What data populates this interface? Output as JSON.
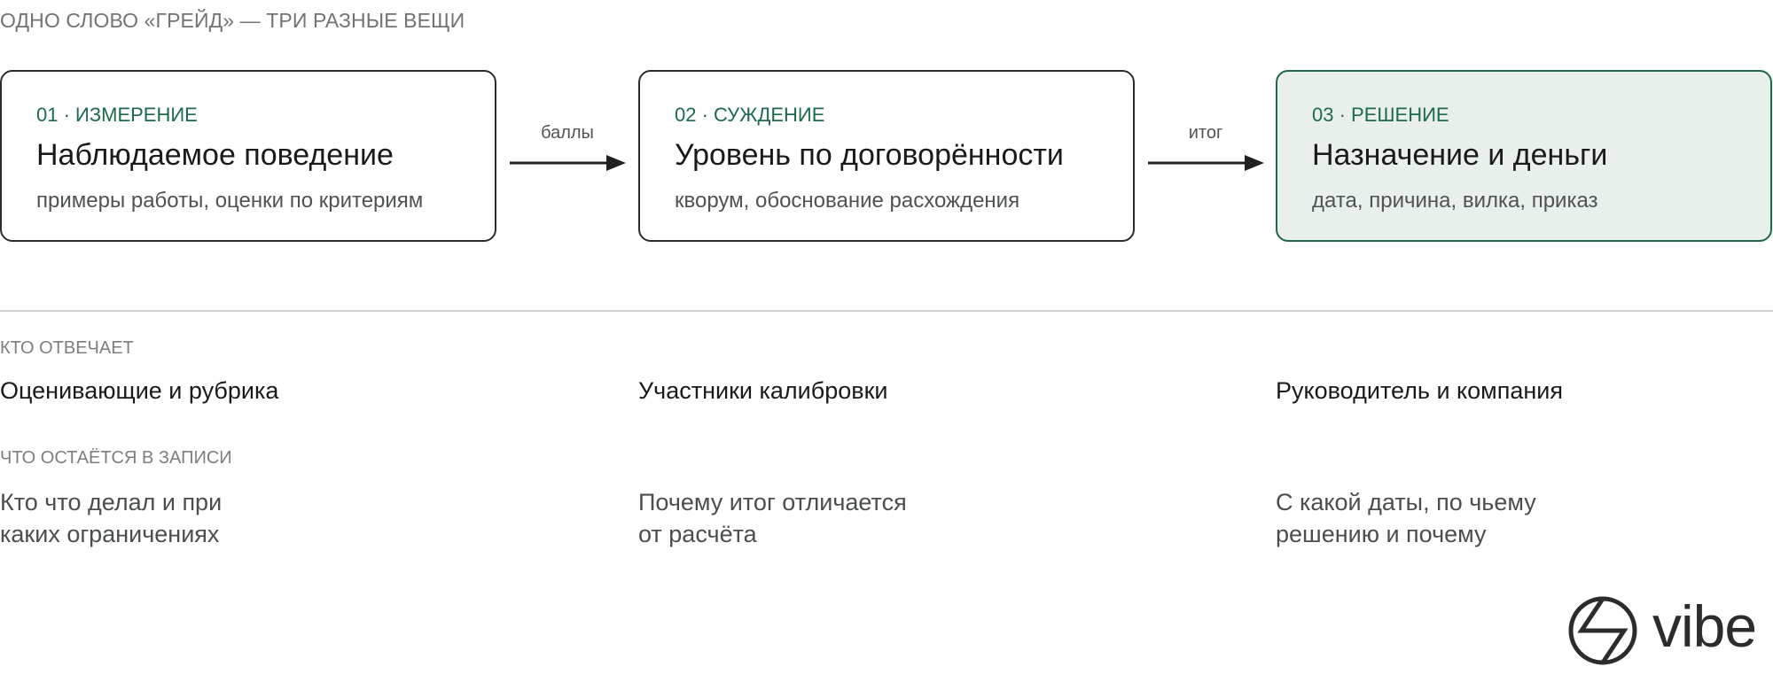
{
  "header": {
    "title": "ОДНО СЛОВО «ГРЕЙД» — ТРИ РАЗНЫЕ ВЕЩИ"
  },
  "cards": [
    {
      "step": "01 · ИЗМЕРЕНИЕ",
      "title": "Наблюдаемое поведение",
      "description": "примеры работы, оценки по критериям"
    },
    {
      "step": "02 · СУЖДЕНИЕ",
      "title": "Уровень по договорённости",
      "description": "кворум, обоснование расхождения"
    },
    {
      "step": "03 · РЕШЕНИЕ",
      "title": "Назначение и деньги",
      "description": "дата, причина, вилка, приказ"
    }
  ],
  "arrows": [
    {
      "label": "баллы"
    },
    {
      "label": "итог"
    }
  ],
  "who": {
    "label": "КТО ОТВЕЧАЕТ",
    "values": [
      "Оценивающие и рубрика",
      "Участники калибровки",
      "Руководитель и компания"
    ]
  },
  "record": {
    "label": "ЧТО ОСТАЁТСЯ В ЗАПИСИ",
    "values": [
      [
        "Кто что делал и при",
        "каких ограничениях"
      ],
      [
        "Почему итог отличается",
        "от расчёта"
      ],
      [
        "С какой даты, по чьему",
        "решению и почему"
      ]
    ]
  },
  "logo": {
    "text": "vibe",
    "icon": "vibe-logo-icon"
  },
  "colors": {
    "accent": "#1d6a4b",
    "accent_background": "#e9f0ec",
    "border": "#2b2d2c",
    "muted_text": "#707473"
  }
}
